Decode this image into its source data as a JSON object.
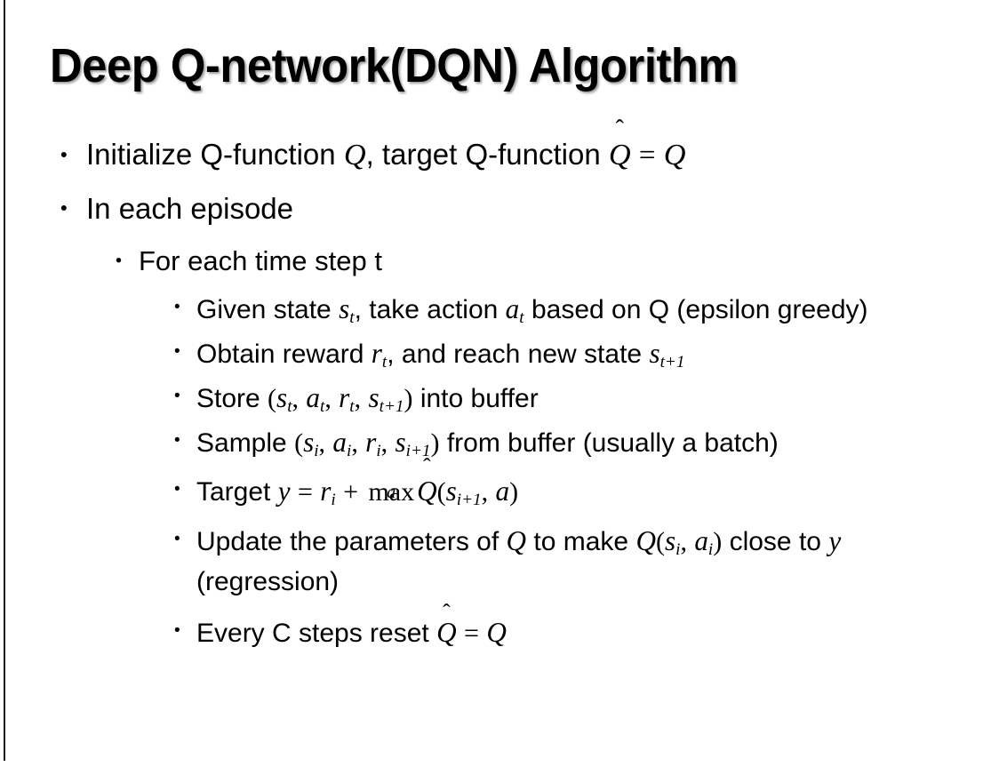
{
  "slide": {
    "title": "Deep Q-network(DQN) Algorithm",
    "background_color": "#ffffff",
    "text_color": "#000000",
    "left_rule_color": "#1a1a1a"
  },
  "bullets": {
    "level1": [
      {
        "marker": "•",
        "parts": {
          "a": "Initialize Q-function ",
          "q1": "Q",
          "b": ", target Q-function ",
          "qhat": "Q",
          "hat": "̂",
          "eq": "=",
          "q2": "Q"
        },
        "plain": "Initialize Q-function Q, target Q-function Q̂ = Q"
      },
      {
        "marker": "•",
        "plain": "In each episode"
      }
    ],
    "level2": [
      {
        "marker": "•",
        "plain": "For each time step t"
      }
    ],
    "level3": [
      {
        "marker": "•",
        "plain": "Given state s_t, take action a_t based on Q (epsilon greedy)",
        "parts": {
          "a": "Given state ",
          "s": "s",
          "s_sub": "t",
          "b": ", take action ",
          "av": "a",
          "a_sub": "t",
          "c": " based on Q (epsilon greedy)"
        }
      },
      {
        "marker": "•",
        "plain": "Obtain reward r_t, and reach new state s_{t+1}",
        "parts": {
          "a": "Obtain reward ",
          "r": "r",
          "r_sub": "t",
          "b": ", and reach new state ",
          "s": "s",
          "s_sub": "t+1"
        }
      },
      {
        "marker": "•",
        "plain": "Store (s_t, a_t, r_t, s_{t+1}) into buffer",
        "parts": {
          "a": "Store ",
          "open": "(",
          "s": "s",
          "s_sub": "t",
          "c1": ",",
          "av": "a",
          "a_sub": "t",
          "c2": ",",
          "r": "r",
          "r_sub": "t",
          "c3": ",",
          "s2": "s",
          "s2_sub": "t+1",
          "close": ")",
          "b": " into buffer"
        }
      },
      {
        "marker": "•",
        "plain": "Sample (s_i, a_i, r_i, s_{i+1}) from buffer (usually a batch)",
        "parts": {
          "a": "Sample ",
          "open": "(",
          "s": "s",
          "s_sub": "i",
          "c1": ",",
          "av": "a",
          "a_sub": "i",
          "c2": ",",
          "r": "r",
          "r_sub": "i",
          "c3": ",",
          "s2": "s",
          "s2_sub": "i+1",
          "close": ")",
          "b": " from buffer (usually a batch)"
        }
      },
      {
        "marker": "•",
        "plain": "Target y = r_i + max_a Q̂(s_{i+1}, a)",
        "parts": {
          "a": "Target ",
          "y": "y",
          "eq": "=",
          "r": "r",
          "r_sub": "i",
          "plus": "+",
          "op": "max",
          "op_lim": "a",
          "qhat": "Q",
          "hat": "̂",
          "open": "(",
          "s": "s",
          "s_sub": "i+1",
          "comma": ",",
          "av": "a",
          "close": ")"
        }
      },
      {
        "marker": "•",
        "plain": "Update the parameters of Q to make Q(s_i, a_i) close to y (regression)",
        "parts": {
          "a": "Update the parameters of ",
          "q1": "Q",
          "b": " to make ",
          "q2": "Q",
          "open": "(",
          "s": "s",
          "s_sub": "i",
          "comma": ",",
          "av": "a",
          "a_sub": "i",
          "close": ")",
          "c": " close to ",
          "y": "y",
          "d": " (regression)"
        }
      },
      {
        "marker": "•",
        "plain": "Every C steps reset Q̂ = Q",
        "parts": {
          "a": "Every C steps reset ",
          "qhat": "Q",
          "hat": "̂",
          "eq": "=",
          "q2": "Q"
        }
      }
    ]
  }
}
